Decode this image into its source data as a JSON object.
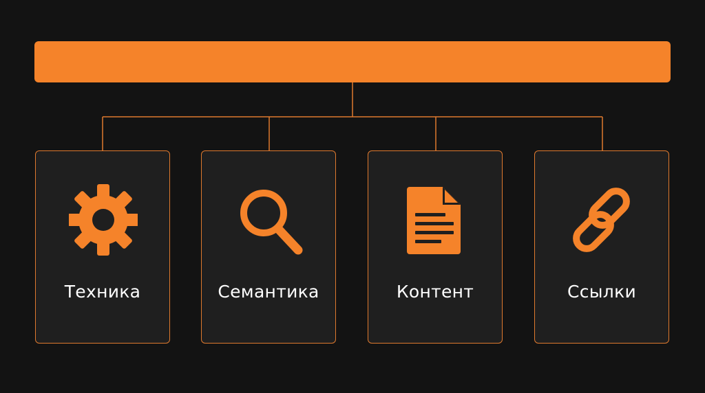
{
  "header_bar": {
    "color": "#F5832A"
  },
  "colors": {
    "accent": "#F5832A",
    "background": "#131313",
    "card_border": "#E07A2E",
    "card_fill": "#1f1f1f",
    "text": "#ffffff"
  },
  "cards": [
    {
      "label": "Техника",
      "icon": "gear-icon"
    },
    {
      "label": "Семантика",
      "icon": "magnifier-icon"
    },
    {
      "label": "Контент",
      "icon": "document-icon"
    },
    {
      "label": "Ссылки",
      "icon": "link-icon"
    }
  ]
}
